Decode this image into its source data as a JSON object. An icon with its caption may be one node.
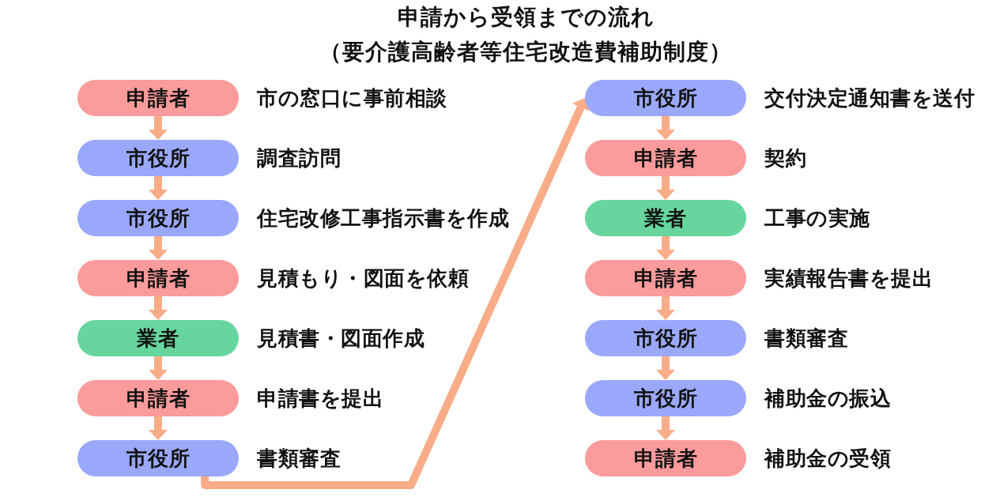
{
  "diagram": {
    "title": "申請から受領までの流れ（要介護高齢者等住宅改造費補助制度）",
    "nodes": [
      {
        "text": [
          "申請者"
        ],
        "beside": [
          "市の窓口に事前相談"
        ]
      },
      {
        "text": [
          "市役所"
        ],
        "beside": [
          "調査訪問"
        ]
      },
      {
        "text": [
          "市役所"
        ],
        "beside": [
          "住宅改修工事指示書を作成"
        ]
      },
      {
        "text": [
          "申請者"
        ],
        "beside": [
          "見積もり・図面を依頼"
        ]
      },
      {
        "text": [
          "業者"
        ],
        "beside": [
          "見積書・図面作成"
        ]
      },
      {
        "text": [
          "申請者"
        ],
        "beside": [
          "申請書を提出"
        ]
      },
      {
        "text": [
          "市役所"
        ],
        "beside": [
          "書類審査"
        ]
      },
      {
        "text": [
          "市役所"
        ],
        "beside": [
          "交付決定通知書を送付"
        ]
      },
      {
        "text": [
          "申請者"
        ],
        "beside": [
          "契約"
        ]
      },
      {
        "text": [
          "業者"
        ],
        "beside": [
          "工事の実施"
        ]
      },
      {
        "text": [
          "申請者"
        ],
        "beside": [
          "実績報告書を提出"
        ]
      },
      {
        "text": [
          "市役所"
        ],
        "beside": [
          "書類審査"
        ]
      },
      {
        "text": [
          "市役所"
        ],
        "beside": [
          "補助金の振込"
        ]
      },
      {
        "text": [
          "申請者"
        ],
        "beside": [
          "補助金の受領"
        ]
      }
    ],
    "edges": [
      {
        "from": 0,
        "to": 1,
        "arrow": "to"
      },
      {
        "from": 1,
        "to": 2,
        "arrow": "to"
      },
      {
        "from": 2,
        "to": 3,
        "arrow": "to"
      },
      {
        "from": 3,
        "to": 4,
        "arrow": "to"
      },
      {
        "from": 4,
        "to": 5,
        "arrow": "to"
      },
      {
        "from": 5,
        "to": 6,
        "arrow": "to"
      },
      {
        "from": 6,
        "to": 7,
        "arrow": "to"
      },
      {
        "from": 7,
        "to": 8,
        "arrow": "to"
      },
      {
        "from": 8,
        "to": 9,
        "arrow": "to"
      },
      {
        "from": 9,
        "to": 10,
        "arrow": "to"
      },
      {
        "from": 10,
        "to": 11,
        "arrow": "to"
      },
      {
        "from": 11,
        "to": 12,
        "arrow": "to"
      },
      {
        "from": 12,
        "to": 13,
        "arrow": "to"
      }
    ]
  }
}
